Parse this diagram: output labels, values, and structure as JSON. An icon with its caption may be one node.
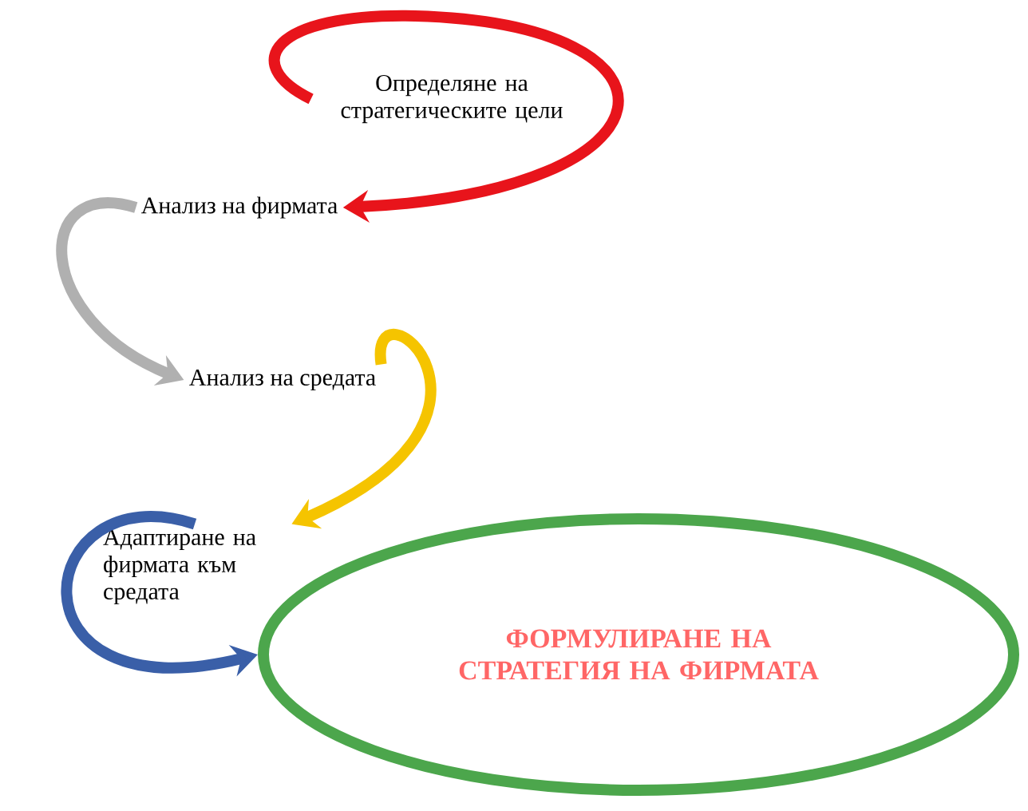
{
  "diagram": {
    "nodes": [
      {
        "text": [
          "Определяне на стратегическите цели"
        ]
      },
      {
        "text": [
          "Анализ на фирмата"
        ]
      },
      {
        "text": [
          "Анализ на средата"
        ]
      },
      {
        "text": [
          "Адаптиране на фирмата към средата"
        ]
      },
      {
        "text": [
          "ФОРМУЛИРАНЕ НА СТРАТЕГИЯ НА ФИРМАТА"
        ]
      }
    ],
    "edges": [
      {
        "from": 0,
        "to": 1,
        "arrow": "to",
        "color": "#e8141b"
      },
      {
        "from": 1,
        "to": 2,
        "arrow": "to",
        "color": "#b0b0b0"
      },
      {
        "from": 2,
        "to": 3,
        "arrow": "to",
        "color": "#f5c400"
      },
      {
        "from": 3,
        "to": 4,
        "arrow": "to",
        "color": "#3a5fa8"
      }
    ]
  }
}
